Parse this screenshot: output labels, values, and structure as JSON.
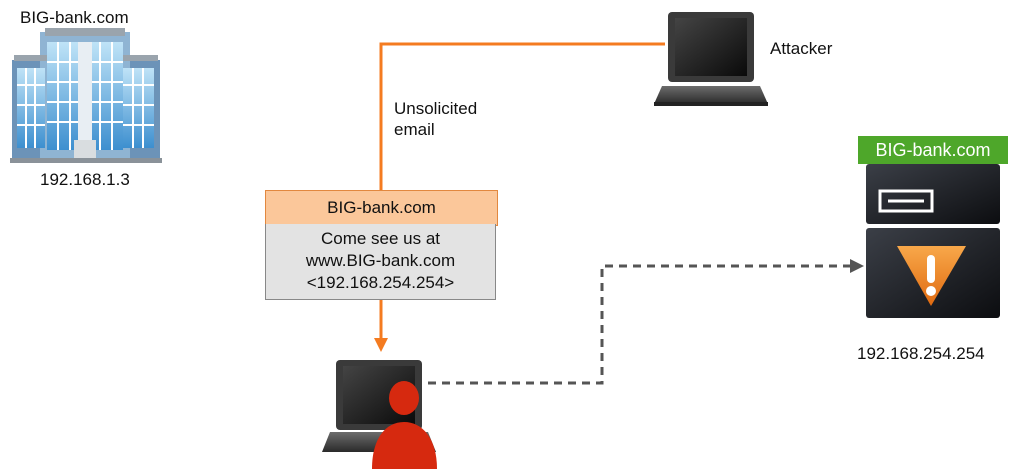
{
  "bank": {
    "name": "BIG-bank.com",
    "ip": "192.168.1.3"
  },
  "attacker": {
    "label": "Attacker"
  },
  "flow": {
    "unsolicited_line1": "Unsolicited",
    "unsolicited_line2": "email"
  },
  "email": {
    "header": "BIG-bank.com",
    "line1": "Come see us at",
    "line2": "www.BIG-bank.com",
    "line3": "<192.168.254.254>"
  },
  "fake_server": {
    "badge": "BIG-bank.com",
    "ip": "192.168.254.254"
  },
  "colors": {
    "attack_line": "#f47b20",
    "victim": "#d6290f",
    "badge": "#4ea72a",
    "dashed": "#555555"
  }
}
